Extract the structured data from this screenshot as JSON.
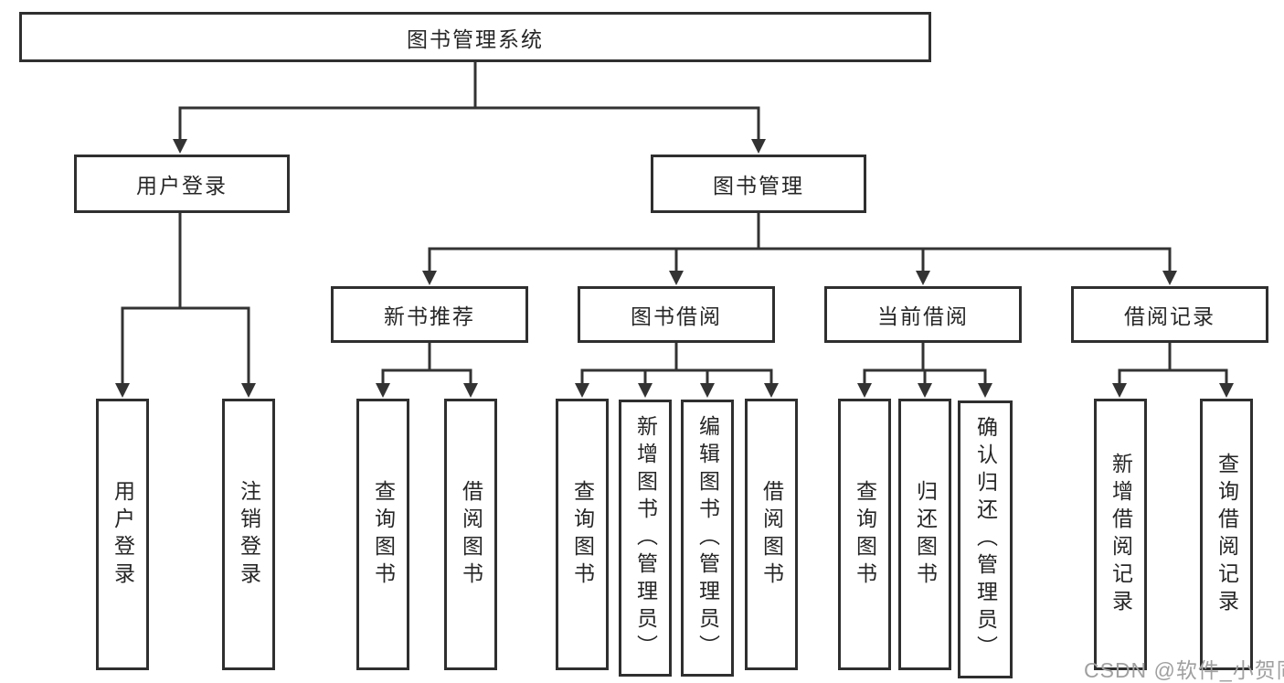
{
  "nodes": {
    "root": "图书管理系统",
    "user_login": "用户登录",
    "book_mgmt": "图书管理",
    "new_book_rec": "新书推荐",
    "book_borrow": "图书借阅",
    "current_borrow": "当前借阅",
    "borrow_records": "借阅记录",
    "user_leaves": [
      "用户登录",
      "注销登录"
    ],
    "new_book_leaves": [
      "查询图书",
      "借阅图书"
    ],
    "borrow_leaves": [
      "查询图书",
      "新增图书（管理员）",
      "编辑图书（管理员）",
      "借阅图书"
    ],
    "current_leaves": [
      "查询图书",
      "归还图书",
      "确认归还（管理员）"
    ],
    "record_leaves": [
      "新增借阅记录",
      "查询借阅记录"
    ]
  },
  "watermark": "CSDN @软件_小贺同学",
  "colors": {
    "line": "#333333",
    "box_border": "#2f2f2f",
    "text": "#262626",
    "background": "#ffffff",
    "watermark": "#a0a0a0"
  }
}
